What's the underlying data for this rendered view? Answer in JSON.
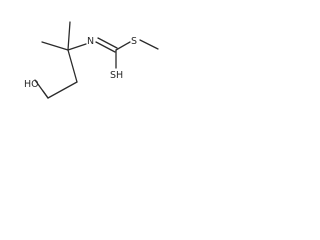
{
  "molecule": {
    "atoms": {
      "ho": "HO",
      "n": "N",
      "s_methyl": "S",
      "sh": "SH"
    },
    "colors": {
      "bond": "#2b2b2b",
      "text": "#2b2b2b",
      "background": "#ffffff"
    }
  }
}
